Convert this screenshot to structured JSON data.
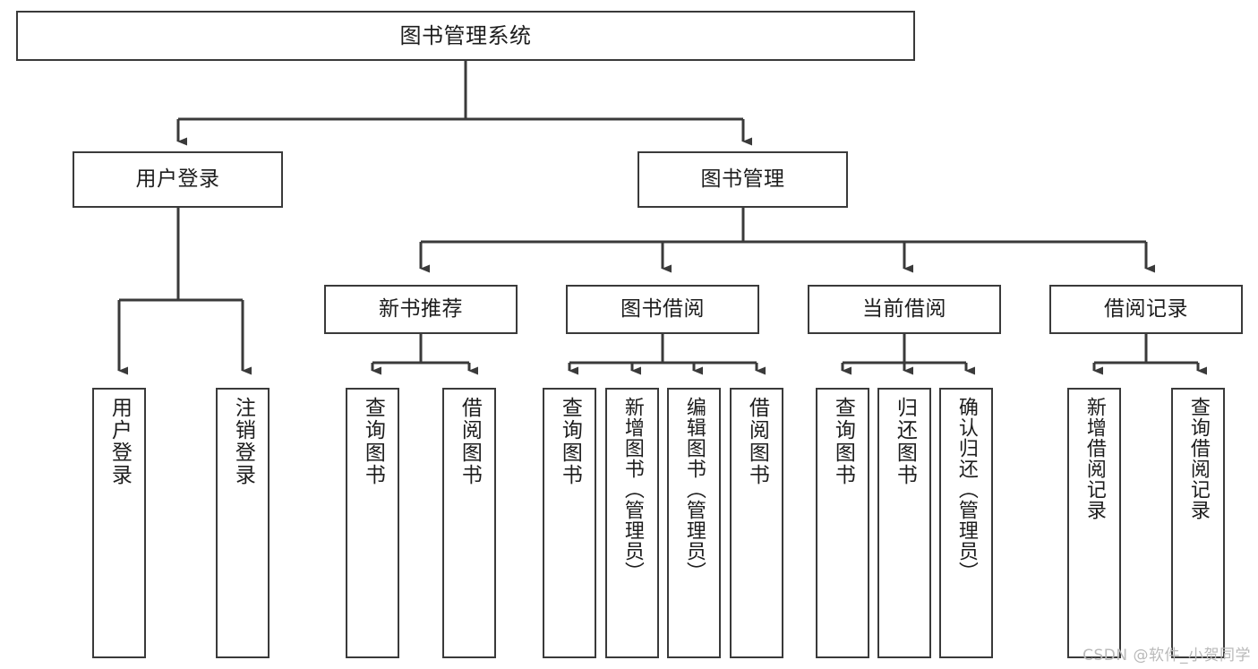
{
  "diagram": {
    "title": "图书管理系统",
    "watermark": "CSDN @软件_小贺同学",
    "line_color": "#3a3a3a",
    "box_fill": "#ffffff",
    "text_color": "#1d1d1d",
    "watermark_color": "#b9b9b9"
  },
  "nodes": {
    "root": {
      "label": "图书管理系统"
    },
    "level2": [
      {
        "label": "用户登录"
      },
      {
        "label": "图书管理"
      }
    ],
    "level3": [
      {
        "label": "新书推荐"
      },
      {
        "label": "图书借阅"
      },
      {
        "label": "当前借阅"
      },
      {
        "label": "借阅记录"
      }
    ],
    "leaves_user_login": [
      {
        "label": "用户登录"
      },
      {
        "label": "注销登录"
      }
    ],
    "leaves_new_book": [
      {
        "label": "查询图书"
      },
      {
        "label": "借阅图书"
      }
    ],
    "leaves_borrow": [
      {
        "label": "查询图书"
      },
      {
        "label": "新增图书（管理员）"
      },
      {
        "label": "编辑图书（管理员）"
      },
      {
        "label": "借阅图书"
      }
    ],
    "leaves_current": [
      {
        "label": "查询图书"
      },
      {
        "label": "归还图书"
      },
      {
        "label": "确认归还（管理员）"
      }
    ],
    "leaves_records": [
      {
        "label": "新增借阅记录"
      },
      {
        "label": "查询借阅记录"
      }
    ]
  }
}
